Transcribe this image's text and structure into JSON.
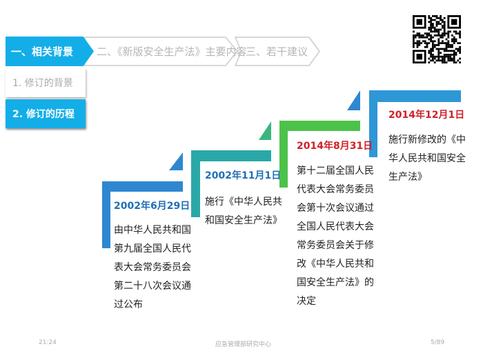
{
  "nav": {
    "tabs": [
      {
        "label": "一、相关背景",
        "active": true
      },
      {
        "label": "二、《新版安全生产法》主要内容",
        "active": false
      },
      {
        "label": "三、若干建议",
        "active": false
      }
    ],
    "subitems": [
      {
        "label": "1. 修订的背景",
        "active": false
      },
      {
        "label": "2. 修订的历程",
        "active": true
      }
    ]
  },
  "timeline": [
    {
      "date": "2002年6月29日",
      "text": "由中华人民共和国第九届全国人民代表大会常务委员会第二十八次会议通过公布",
      "color": "#2f87d0",
      "date_color": "#1f6fb5"
    },
    {
      "date": "2002年11月1日",
      "text": "施行《中华人民共和国安全生产法》",
      "color": "#2aa8a8",
      "date_color": "#1f6fb5"
    },
    {
      "date": "2014年8月31日",
      "text": "第十二届全国人民代表大会常务委员会第十次会议通过全国人民代表大会常务委员会关于修改《中华人民共和国安全生产法》的决定",
      "color": "#4dc24a",
      "date_color": "#d0202a"
    },
    {
      "date": "2014年12月1日",
      "text": "施行新修改的《中华人民共和国安全生产法》",
      "color": "#2e97d6",
      "date_color": "#d0202a"
    }
  ],
  "footer": {
    "time": "21:24",
    "org": "应急管理部研究中心",
    "page": "5/89"
  }
}
